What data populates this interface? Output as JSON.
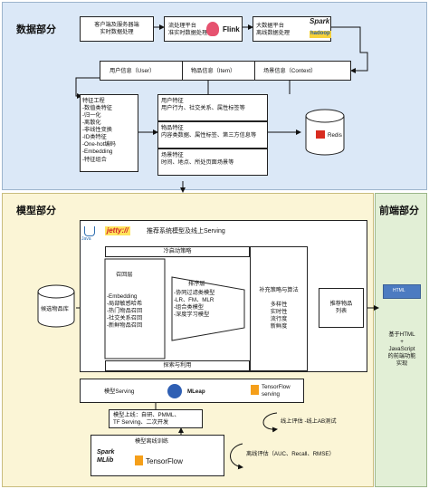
{
  "data_section": {
    "title": "数据部分",
    "client_log": "客户端及服务器端\n实时数据处理",
    "stream": {
      "text": "流处理平台\n准实时数据处理",
      "logo": "Flink"
    },
    "bigdata": {
      "text": "大数据平台\n离线数据处理",
      "logo_spark": "Spark",
      "logo_hadoop": "hadoop"
    },
    "info_bar": {
      "user": "用户信息（User）",
      "item": "物品信息（Item）",
      "context": "场景信息（Context）"
    },
    "feature_eng": "特征工程\n-数值类特征\n  -归一化\n  -离散化\n  -非线性变换\n-ID类特征\n  -One-hot编码\n  -Embedding\n-特征组合",
    "user_feat": "用户特征\n用户行为、社交关系、属性标签等",
    "item_feat": "物品特征\n内容类数据、属性标签、第三方信息等",
    "scene_feat": "场景特征\n时间、地点、所处页面场景等",
    "redis": "Redis"
  },
  "model_section": {
    "title": "模型部分",
    "java": "Java",
    "jetty": "jetty://",
    "serving_title": "推荐系统模型及线上Serving",
    "cold_start": "冷启动策略",
    "candidate_db": "候选物品库",
    "recall_title": "召回层",
    "recall_list": "-Embedding\n-局部敏感哈希\n-热门物品召回\n-社交关系召回\n-新鲜物品召回",
    "ranking_title": "排序层",
    "ranking_list": "-协同过滤类模型\n-LR、FM、MLR\n-组合类模型\n-深度学习模型",
    "supplement": "补充策略与算法\n\n多样性\n实时性\n流行度\n新鲜度",
    "rec_list": "推荐物品\n列表",
    "explore": "探索与利用",
    "model_serving": "模型Serving",
    "mleap": "MLeap",
    "tf_serving": "TensorFlow\nserving",
    "online_methods": "模型上线：自研、PMML、\nTF Serving、二次开发",
    "online_eval": "线上评估 -线上AB测试",
    "offline_train_title": "模型离线训练",
    "spark_mllib": "Spark\nMLlib",
    "tensorflow": "TensorFlow",
    "offline_eval": "离线评估（AUC、Recall、RMSE）"
  },
  "frontend_section": {
    "title": "前端部分",
    "icon_text": "HTML",
    "desc": "基于HTML\n+\nJavaScript\n的前端功能\n实现"
  },
  "colors": {
    "data_bg": "#dbe8f7",
    "model_bg": "#fbf5d6",
    "frontend_bg": "#e2efd6",
    "redis_red": "#d82c20",
    "flink_pink": "#e6526f",
    "jetty_red": "#d12229",
    "tf_orange": "#f59f1a",
    "spark_orange": "#e25a1c"
  }
}
